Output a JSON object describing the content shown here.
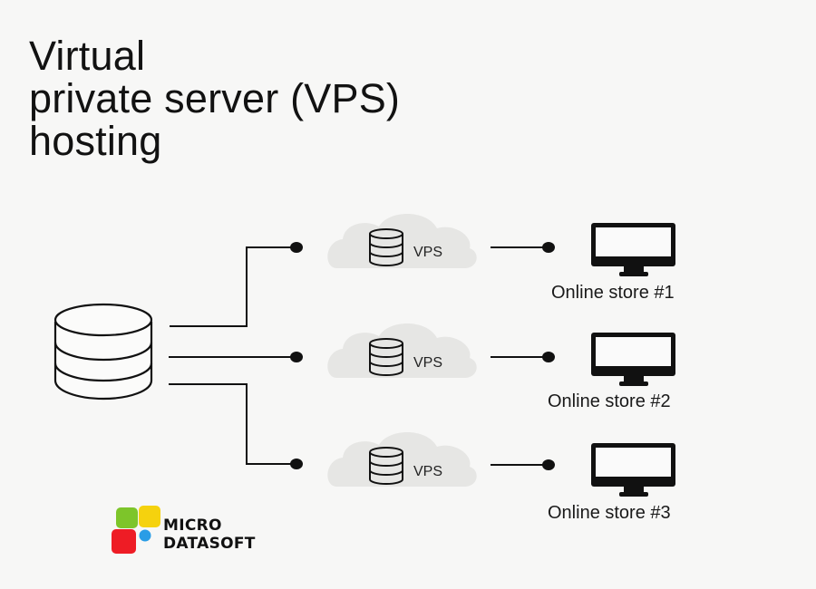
{
  "title": {
    "lines": [
      "Virtual",
      "private server (VPS)",
      "hosting"
    ]
  },
  "diagram": {
    "source": {
      "icon": "database-server-icon"
    },
    "vps_nodes": [
      {
        "label": "VPS",
        "icon": "database-icon",
        "background": "cloud"
      },
      {
        "label": "VPS",
        "icon": "database-icon",
        "background": "cloud"
      },
      {
        "label": "VPS",
        "icon": "database-icon",
        "background": "cloud"
      }
    ],
    "stores": [
      {
        "label": "Online store #1",
        "icon": "monitor-icon"
      },
      {
        "label": "Online store #2",
        "icon": "monitor-icon"
      },
      {
        "label": "Online store #3",
        "icon": "monitor-icon"
      }
    ]
  },
  "logo": {
    "line1": "MICRO",
    "line2": "DATASOFT",
    "colors": {
      "green": "#7dc52a",
      "yellow": "#f5d20e",
      "red": "#ee1c25",
      "blue": "#2a9de6"
    }
  }
}
